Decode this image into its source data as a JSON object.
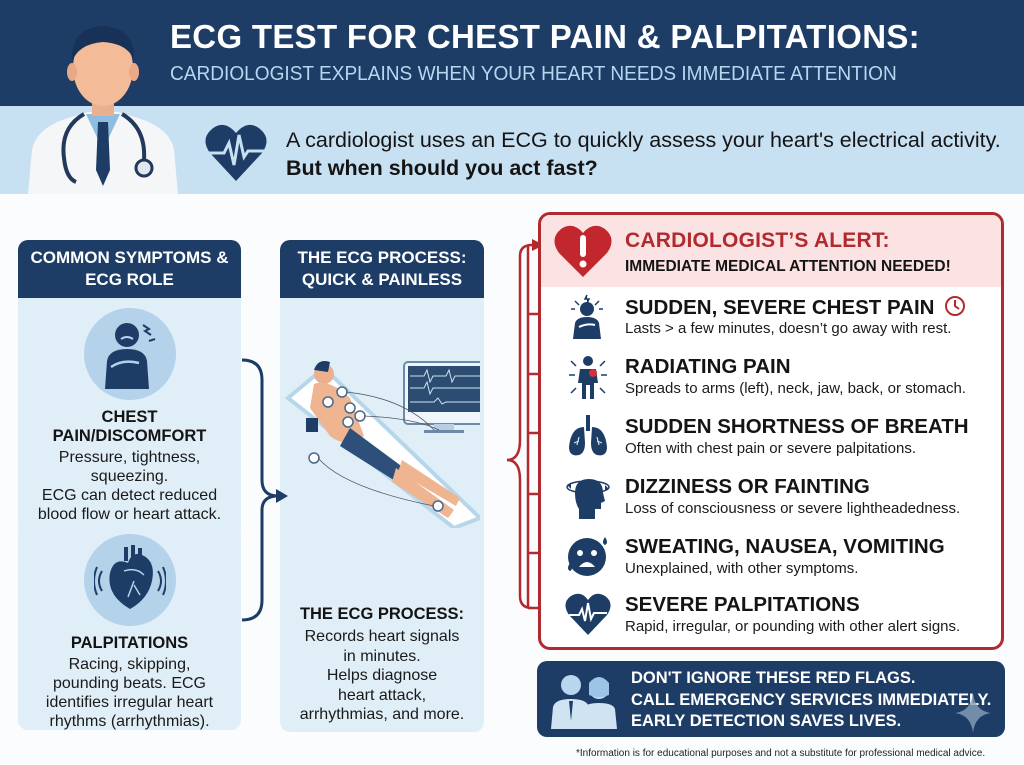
{
  "header": {
    "title": "ECG TEST FOR CHEST PAIN & PALPITATIONS:",
    "subtitle": "CARDIOLOGIST EXPLAINS WHEN YOUR HEART NEEDS IMMEDIATE ATTENTION",
    "intro_text": "A cardiologist uses an ECG to quickly assess your heart's electrical activity.",
    "intro_bold": "But when should you act fast?",
    "intro_icon": "heart-ecg-icon",
    "illustration": "doctor-with-stethoscope"
  },
  "symptoms": {
    "heading": "COMMON SYMPTOMS & ECG ROLE",
    "items": [
      {
        "icon": "person-chest-pain-icon",
        "title": "CHEST PAIN/DISCOMFORT",
        "lines": [
          "Pressure, tightness,",
          "squeezing.",
          "ECG can detect reduced",
          "blood flow or heart attack."
        ]
      },
      {
        "icon": "heart-palpitation-icon",
        "title": "PALPITATIONS",
        "lines": [
          "Racing, skipping,",
          "pounding beats. ECG",
          "identifies irregular heart",
          "rhythms (arrhythmias)."
        ]
      }
    ]
  },
  "process": {
    "heading_line1": "THE ECG PROCESS:",
    "heading_line2": "QUICK & PAINLESS",
    "illustration": "patient-on-bed-with-ecg-monitor",
    "title": "THE ECG PROCESS:",
    "lines": [
      "Records heart signals",
      "in minutes.",
      "Helps diagnose",
      "heart attack,",
      "arrhythmias, and more."
    ]
  },
  "alert": {
    "title": "CARDIOLOGIST’S ALERT:",
    "subtitle": "IMMEDIATE MEDICAL ATTENTION NEEDED!",
    "icon": "heart-exclamation-icon",
    "color": "#b22a2e",
    "items": [
      {
        "icon": "severe-chest-pain-icon",
        "title": "SUDDEN, SEVERE CHEST PAIN",
        "desc": "Lasts > a few minutes, doesn’t go away with rest.",
        "extra_icon": "clock-icon"
      },
      {
        "icon": "radiating-pain-icon",
        "title": "RADIATING PAIN",
        "desc": "Spreads to arms (left), neck, jaw, back, or stomach."
      },
      {
        "icon": "lungs-icon",
        "title": "SUDDEN SHORTNESS OF BREATH",
        "desc": "Often with chest pain or severe palpitations."
      },
      {
        "icon": "dizzy-head-icon",
        "title": "DIZZINESS OR FAINTING",
        "desc": "Loss of consciousness or severe lightheadedness."
      },
      {
        "icon": "sweating-face-icon",
        "title": "SWEATING, NAUSEA, VOMITING",
        "desc": "Unexplained, with other symptoms."
      },
      {
        "icon": "heart-pulse-icon",
        "title": "SEVERE PALPITATIONS",
        "desc": "Rapid, irregular, or pounding with other alert signs."
      }
    ]
  },
  "footer": {
    "icon": "doctors-icon",
    "lines": [
      "DON'T IGNORE THESE RED FLAGS.",
      "CALL EMERGENCY SERVICES IMMEDIATELY.",
      "EARLY DETECTION SAVES LIVES."
    ],
    "disclaimer": "*Information is for educational purposes and not a substitute for professional medical advice."
  },
  "colors": {
    "navy": "#1d3d66",
    "light_blue": "#c7e0f2",
    "card_blue": "#e0eef8",
    "alert_red": "#b22a2e",
    "alert_pink": "#fbe3e3"
  }
}
